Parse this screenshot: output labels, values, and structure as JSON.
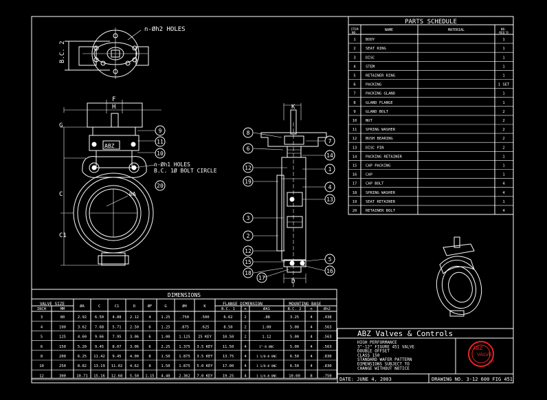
{
  "parts_schedule": {
    "title": "PARTS SCHEDULE",
    "headers": [
      "ITEM NO.",
      "NAME",
      "MATERIAL",
      "NO. REQ'D"
    ],
    "rows": [
      {
        "no": "1",
        "name": "BODY",
        "qty": "1"
      },
      {
        "no": "2",
        "name": "SEAT RING",
        "qty": "1"
      },
      {
        "no": "3",
        "name": "DISC",
        "qty": "1"
      },
      {
        "no": "4",
        "name": "STEM",
        "qty": "1"
      },
      {
        "no": "5",
        "name": "RETAINER RING",
        "qty": "1"
      },
      {
        "no": "6",
        "name": "PACKING",
        "qty": "1 SET"
      },
      {
        "no": "7",
        "name": "PACKING GLAND",
        "qty": "1"
      },
      {
        "no": "8",
        "name": "GLAND FLANGE",
        "qty": "1"
      },
      {
        "no": "9",
        "name": "GLAND BOLT",
        "qty": "2"
      },
      {
        "no": "10",
        "name": "NUT",
        "qty": "2"
      },
      {
        "no": "11",
        "name": "SPRING WASHER",
        "qty": "2"
      },
      {
        "no": "12",
        "name": "BUSH BEARING",
        "qty": "2"
      },
      {
        "no": "13",
        "name": "DISC PIN",
        "qty": "2"
      },
      {
        "no": "14",
        "name": "PACKING RETAINER",
        "qty": "1"
      },
      {
        "no": "15",
        "name": "CAP PACKING",
        "qty": "1"
      },
      {
        "no": "16",
        "name": "CAP",
        "qty": "1"
      },
      {
        "no": "17",
        "name": "CAP BOLT",
        "qty": "4"
      },
      {
        "no": "18",
        "name": "SPRING WASHER",
        "qty": "4"
      },
      {
        "no": "19",
        "name": "SEAT RETAINER",
        "qty": "1"
      },
      {
        "no": "20",
        "name": "RETAINER BOLT",
        "qty": "4"
      }
    ]
  },
  "dimensions": {
    "title": "DIMENSIONS",
    "group_valve_size": "VALVE SIZE",
    "group_flange": "FLANGE DIMENSION",
    "group_mounting": "MOUNTING BASE",
    "headers": [
      "INCH",
      "MM",
      "ØA",
      "C",
      "C1",
      "D",
      "ØF",
      "G",
      "ØH",
      "K",
      "B.C. 1",
      "n",
      "ØA1",
      "B.C. 2",
      "n",
      "Øh2"
    ],
    "rows": [
      [
        "3",
        "80",
        "2.92",
        "6.50",
        "4.88",
        "2.12",
        "4",
        "1.25",
        ".750",
        ".500",
        "6.62",
        "2",
        ".88",
        "3.25",
        "4",
        ".438"
      ],
      [
        "4",
        "100",
        "3.62",
        "7.68",
        "5.71",
        "2.50",
        "6",
        "1.25",
        ".875",
        ".625",
        "8.50",
        "2",
        "1.00",
        "5.00",
        "4",
        ".563"
      ],
      [
        "5",
        "125",
        "4.60",
        "9.66",
        "7.95",
        "3.06",
        "6",
        "1.00",
        "1.125",
        "25 KEY",
        "10.50",
        "2",
        "1.12",
        "5.00",
        "4",
        ".563"
      ],
      [
        "6",
        "150",
        "5.20",
        "9.45",
        "8.07",
        "3.06",
        "6",
        "2.25",
        "1.375",
        "3.5 KEY",
        "11.50",
        "4",
        "1\"-8 UNC",
        "5.00",
        "4",
        ".563"
      ],
      [
        "8",
        "200",
        "6.25",
        "11.42",
        "9.45",
        "4.00",
        "8",
        "1.50",
        "1.875",
        "3.5 KEY",
        "13.75",
        "4",
        "1 1/8-8 UNC",
        "6.50",
        "4",
        ".830"
      ],
      [
        "10",
        "250",
        "8.82",
        "13.19",
        "11.02",
        "4.62",
        "8",
        "1.50",
        "1.875",
        "5.0 KEY",
        "17.00",
        "4",
        "1 1/8-8 UNC",
        "6.50",
        "4",
        ".830"
      ],
      [
        "12",
        "300",
        "10.71",
        "15.16",
        "12.68",
        "5.50",
        "1.15",
        "4.40",
        "2.362",
        "7.0 KEY",
        "19.25",
        "4",
        "1 1/4-8 UNC",
        "10.00",
        "8",
        ".750"
      ]
    ]
  },
  "drawing_labels": {
    "holes_top": "n-Øh2 HOLES",
    "bc2": "B.C. 2",
    "holes_mid": "n-Øh1 HOLES",
    "bolt_circle": "B.C. 1Ø  BOLT CIRCLE",
    "abz": "ABZ",
    "dim_f": "F",
    "dim_h": "H",
    "dim_g": "G",
    "dim_c": "C",
    "dim_c1": "C1",
    "dim_a": "ØA",
    "dim_k": "K",
    "dim_d": "D",
    "front_balloons": [
      "9",
      "11",
      "10",
      "20"
    ],
    "side_balloons_left": [
      "8",
      "6",
      "12",
      "19",
      "3",
      "2",
      "12",
      "15",
      "18",
      "17"
    ],
    "side_balloons_right": [
      "7",
      "14",
      "1",
      "4",
      "13",
      "5",
      "16"
    ]
  },
  "title_block": {
    "company": "ABZ Valves & Controls",
    "description": [
      "HIGH PERFORMANCE",
      "3\"-12\" FIGURE 451 VALVE",
      "DOUBLE OFFSET",
      "CLASS 150",
      "STANDARD WAFER PATTERN",
      "DIMENSIONS SUBJECT TO",
      "CHANGE WITHOUT NOTICE"
    ],
    "date": "DATE: JUNE 4, 2003",
    "drawing_no": "DRAWING NO. 3-12 600 FIG 451",
    "logo_text": [
      "ABZ",
      "VALVE",
      "inc"
    ],
    "logo_color": "#e22222"
  }
}
